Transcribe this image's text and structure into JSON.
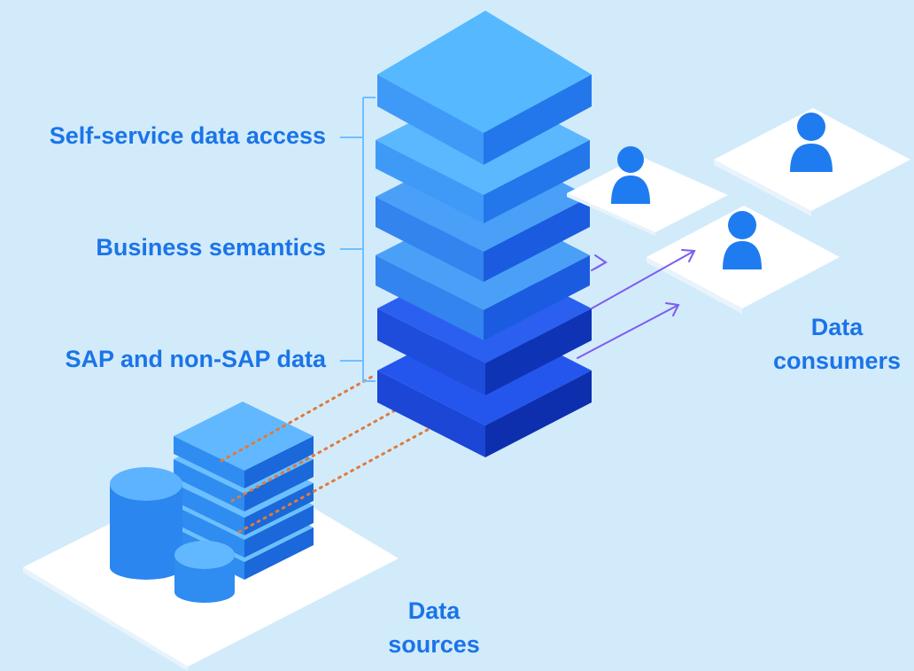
{
  "layers": [
    {
      "label": "Self-service data access"
    },
    {
      "label": "Business semantics"
    },
    {
      "label": "SAP and non-SAP data"
    }
  ],
  "groups": {
    "consumers": {
      "line1": "Data",
      "line2": "consumers"
    },
    "sources": {
      "line1": "Data",
      "line2": "sources"
    }
  },
  "colors": {
    "background": "#d2ebfb",
    "text": "#1b74e8",
    "stack_light": "#55b8ff",
    "stack_mid": "#3f96f5",
    "stack_dark": "#1d4fe6",
    "flow_in": "#e07a3a",
    "flow_out": "#7d5cf0",
    "platform": "#ffffff"
  }
}
